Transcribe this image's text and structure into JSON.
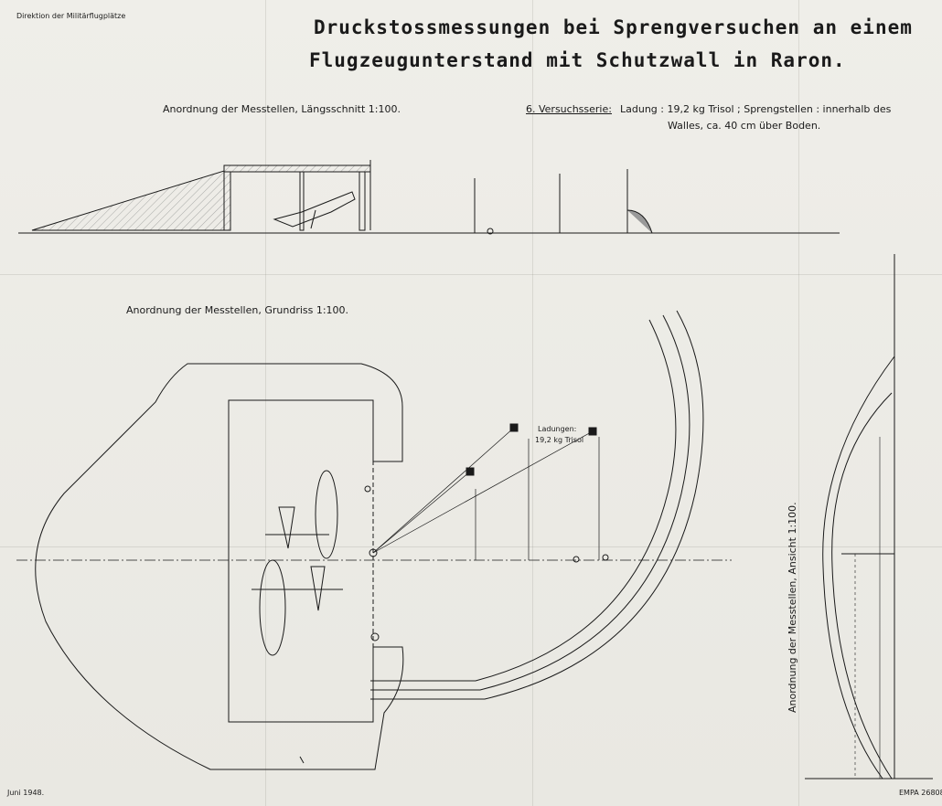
{
  "header": {
    "org": "Direktion der Militärflugplätze",
    "title_line1": "Druckstossmessungen bei Sprengversuchen an einem",
    "title_line2": "Flugzeugunterstand mit Schutzwall in Raron."
  },
  "section_long": {
    "label": "Anordnung der Messtellen, Längsschnitt 1:100."
  },
  "series_info": {
    "series_label": "6. Versuchsserie:",
    "text_line1": "Ladung : 19,2 kg Trisol ; Sprengstellen : innerhalb des",
    "text_line2": "Walles, ca. 40 cm über Boden."
  },
  "section_plan": {
    "label": "Anordnung der Messtellen, Grundriss 1:100.",
    "charge_label_1": "Ladungen:",
    "charge_label_2": "19,2 kg Trisol"
  },
  "section_view": {
    "label": "Anordnung der Messtellen, Ansicht 1:100."
  },
  "footer": {
    "date": "Juni 1948.",
    "ref": "EMPA 26808"
  },
  "colors": {
    "paper": "#ecebe6",
    "ink": "#1a1a1a"
  }
}
